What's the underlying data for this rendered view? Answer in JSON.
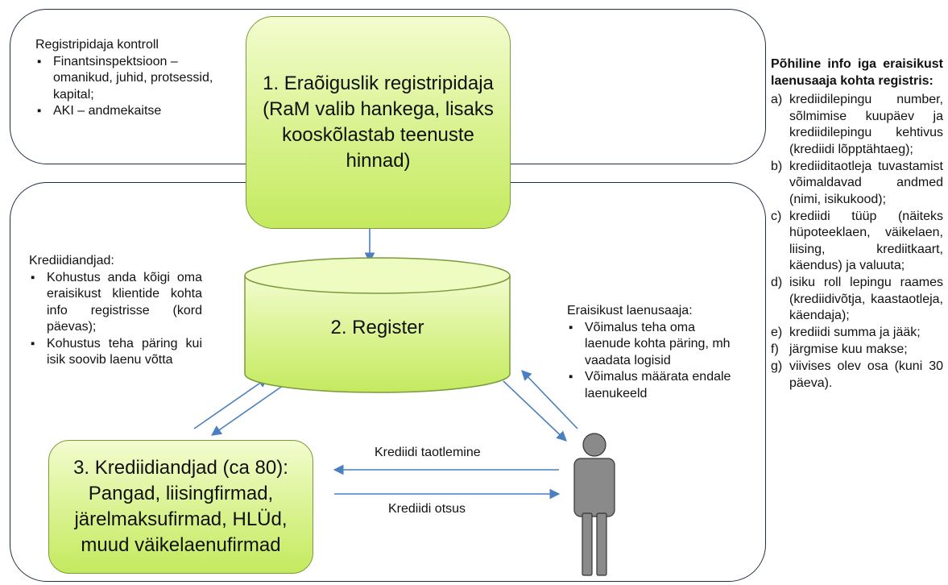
{
  "top_box": {
    "lines": [
      "1. Eraõiguslik registripidaja",
      "(RaM valib hankega, lisaks",
      "kooskõlastab teenuste",
      "hinnad)"
    ]
  },
  "register": {
    "label": "2. Register"
  },
  "lenders_box": {
    "lines": [
      "3. Krediidiandjad (ca 80):",
      "Pangad, liisingfirmad,",
      "järelmaksufirmad, HLÜd,",
      "muud väikelaenufirmad"
    ]
  },
  "registry_control": {
    "title": "Registripidaja kontroll",
    "items": [
      "Finantsinspektsioon – omanikud, juhid, protsessid, kapital;",
      "AKI – andmekaitse"
    ]
  },
  "lenders_info": {
    "title": "Krediidiandjad:",
    "items": [
      "Kohustus anda kõigi oma eraisikust klientide kohta info registrisse (kord päevas);",
      "Kohustus teha päring kui isik soovib laenu võtta"
    ]
  },
  "borrower_info": {
    "title": "Eraisikust laenusaaja:",
    "items": [
      "Võimalus teha oma laenude kohta päring, mh vaadata logisid",
      "Võimalus määrata endale laenukeeld"
    ]
  },
  "arrows": {
    "application": "Krediidi taotlemine",
    "decision": "Krediidi otsus"
  },
  "right_panel": {
    "title": "Põhiline info iga eraisikust laenusaaja kohta registris:",
    "items": [
      {
        "marker": "a)",
        "text": "krediidilepingu number, sõlmimise kuupäev ja krediidilepingu kehtivus (krediidi lõpptähtaeg);"
      },
      {
        "marker": "b)",
        "text": "krediiditaotleja tuvastamist võimaldavad andmed (nimi, isikukood);"
      },
      {
        "marker": "c)",
        "text": "krediidi tüüp (näiteks hüpoteeklaen, väikelaen, liising, krediitkaart, käendus) ja valuuta;"
      },
      {
        "marker": "d)",
        "text": "isiku roll lepingu raames (krediidivõtja, kaastaotleja, käendaja);"
      },
      {
        "marker": "e)",
        "text": "krediidi summa ja jääk;"
      },
      {
        "marker": "f)",
        "text": "järgmise kuu makse;"
      },
      {
        "marker": "g)",
        "text": "viivises olev osa (kuni 30 päeva)."
      }
    ]
  },
  "colors": {
    "box_fill": "#d8f28e",
    "box_border": "#7a9a3c",
    "frame_border": "#1f2a44",
    "arrow": "#4a7fc1",
    "person": "#8a8a8a"
  }
}
